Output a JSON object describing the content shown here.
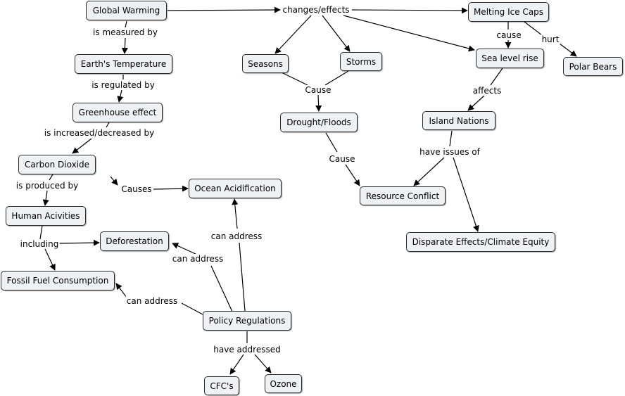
{
  "nodes": {
    "global_warming": "Global Warming",
    "earths_temperature": "Earth's Temperature",
    "greenhouse_effect": "Greenhouse effect",
    "carbon_dioxide": "Carbon Dioxide",
    "human_activities": "Human Acivities",
    "deforestation": "Deforestation",
    "fossil_fuel": "Fossil Fuel Consumption",
    "ocean_acidification": "Ocean Acidification",
    "policy_regulations": "Policy Regulations",
    "cfcs": "CFC's",
    "ozone": "Ozone",
    "seasons": "Seasons",
    "storms": "Storms",
    "drought_floods": "Drought/Floods",
    "resource_conflict": "Resource Conflict",
    "melting_ice_caps": "Melting Ice Caps",
    "sea_level_rise": "Sea level rise",
    "polar_bears": "Polar Bears",
    "island_nations": "Island Nations",
    "disparate_effects": "Disparate Effects/Climate Equity"
  },
  "links": {
    "is_measured_by": "is measured by",
    "is_regulated_by": "is regulated by",
    "is_increased_decreased_by": "is increased/decreased by",
    "is_produced_by": "is produced by",
    "causes": "Causes",
    "including": "including",
    "can_address_ocean": "can address",
    "can_address_deforestation": "can address",
    "can_address_fossil": "can address",
    "have_addressed": "have addressed",
    "changes_effects": "changes/effects",
    "cause_drought": "Cause",
    "cause_resource": "Cause",
    "cause_sea": "cause",
    "hurt": "hurt",
    "affects": "affects",
    "have_issues_of": "have issues of"
  }
}
